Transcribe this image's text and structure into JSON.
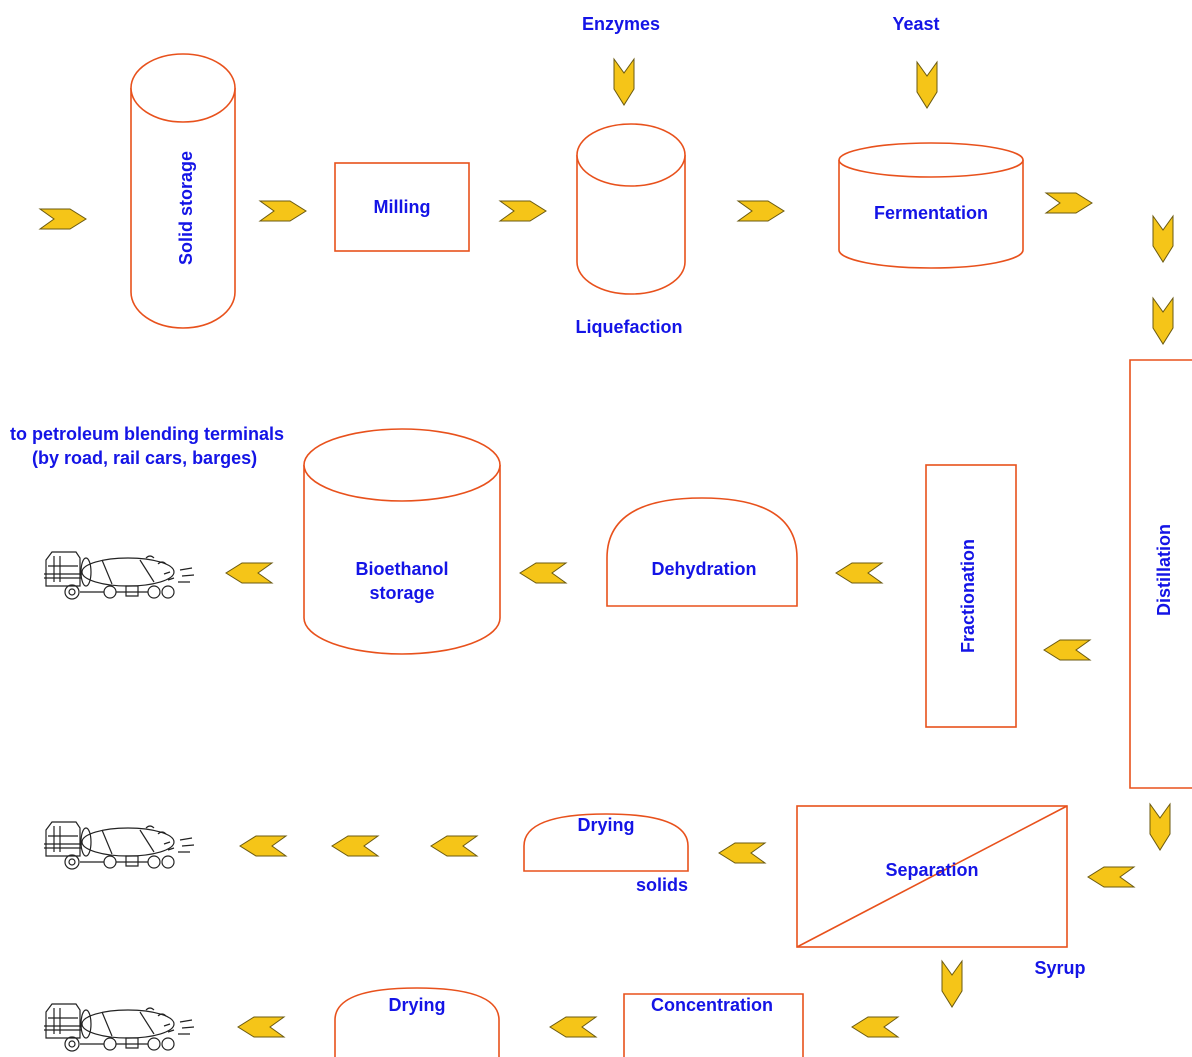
{
  "labels": {
    "enzymes": "Enzymes",
    "yeast": "Yeast",
    "solid_storage": "Solid storage",
    "milling": "Milling",
    "liquefaction": "Liquefaction",
    "fermentation": "Fermentation",
    "distillation": "Distillation",
    "fractionation": "Fractionation",
    "dehydration": "Dehydration",
    "bioethanol_line1": "Bioethanol",
    "bioethanol_line2": "storage",
    "terminals_line1": "to petroleum blending  terminals",
    "terminals_line2": "(by road, rail cars, barges)",
    "separation": "Separation",
    "drying_solids": "Drying",
    "solids": "solids",
    "syrup": "Syrup",
    "concentration": "Concentration",
    "drying_syrup": "Drying"
  },
  "colors": {
    "shape_stroke": "#e8511c",
    "arrow_fill": "#f5c518",
    "text": "#1414e6"
  },
  "icons": [
    "tanker-truck-icon",
    "chevron-arrow-icon"
  ]
}
